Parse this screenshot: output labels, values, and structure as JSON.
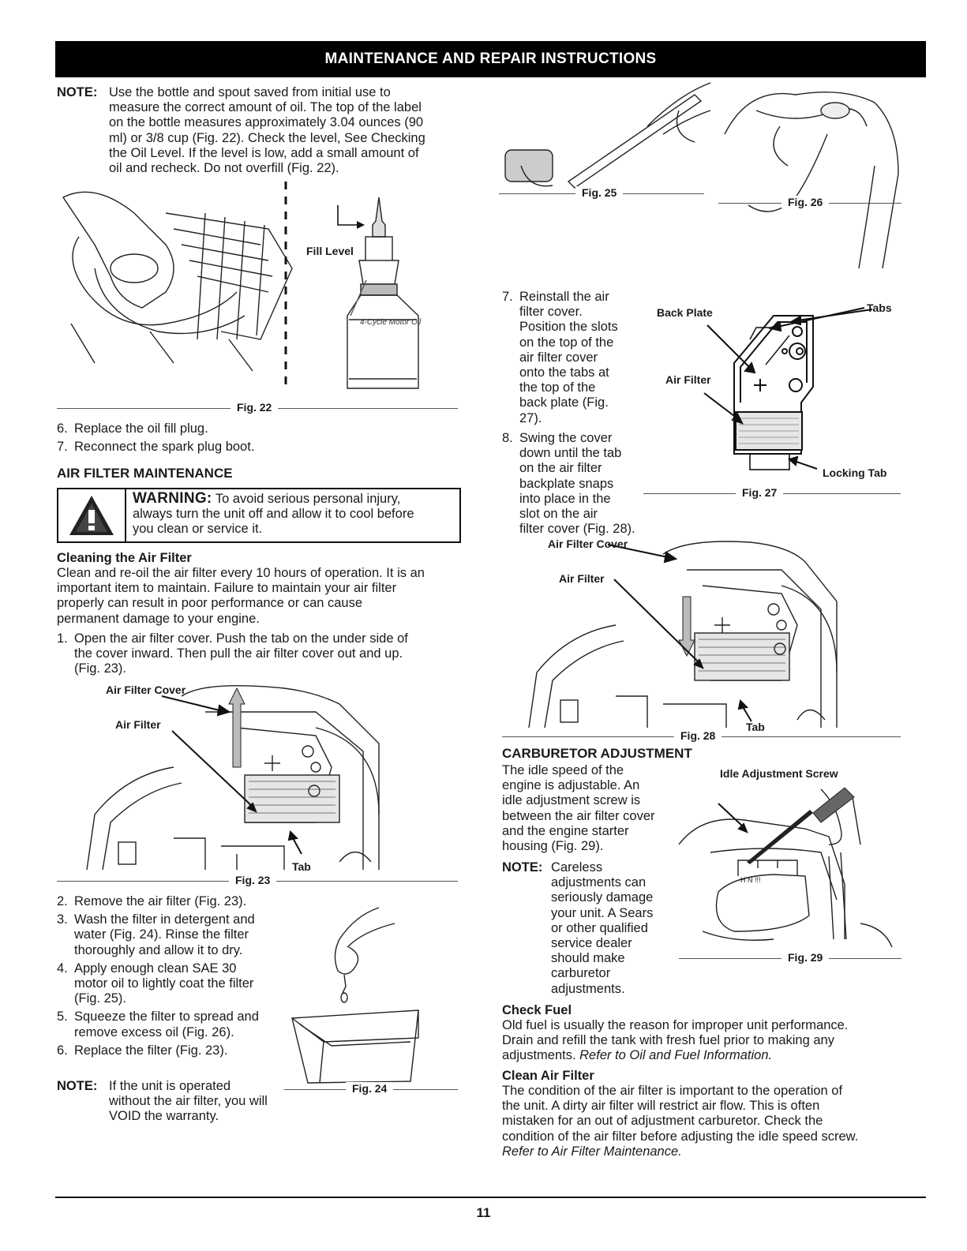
{
  "header": {
    "title": "MAINTENANCE AND REPAIR INSTRUCTIONS"
  },
  "left": {
    "note_label": "NOTE:",
    "note_lines": [
      "Use the bottle and spout saved from initial use to",
      "measure the correct amount of oil. The top of the label",
      "on the bottle measures approximately 3.04 ounces (90",
      "ml) or 3/8 cup (Fig. 22). Check the level, See Checking",
      "the Oil Level. If the level is low, add a small amount of",
      "oil and recheck. Do not overfill (Fig. 22)."
    ],
    "fig22_fill_level": "Fill Level",
    "fig22_bottle_label": "4-Cycle Motor Oil",
    "fig22_caption": "Fig. 22",
    "step6": {
      "num": "6.",
      "text": "Replace the oil fill plug."
    },
    "step7": {
      "num": "7.",
      "text": "Reconnect the spark plug boot."
    },
    "air_filter_heading": "AIR FILTER MAINTENANCE",
    "warning_title": "WARNING:",
    "warning_lines": [
      "To avoid serious personal injury,",
      "always turn the unit off and allow it to cool before",
      "you clean or service it."
    ],
    "cleaning_heading": "Cleaning the Air Filter",
    "cleaning_lines": [
      "Clean and re-oil the air filter every 10 hours of operation. It is an",
      "important item to maintain. Failure to maintain your air filter",
      "properly can result in poor performance or can cause",
      "permanent damage to your engine."
    ],
    "step1": {
      "num": "1.",
      "lines": [
        "Open the air filter cover. Push the tab on the under side of",
        "the cover inward. Then pull the air filter cover out and up.",
        "(Fig. 23)."
      ]
    },
    "fig23_air_filter_cover": "Air Filter Cover",
    "fig23_air_filter": "Air Filter",
    "fig23_tab": "Tab",
    "fig23_caption": "Fig. 23",
    "steps": [
      {
        "num": "2.",
        "lines": [
          "Remove the air filter (Fig. 23)."
        ]
      },
      {
        "num": "3.",
        "lines": [
          "Wash the filter in detergent and",
          "water (Fig. 24). Rinse the filter",
          "thoroughly and allow it to dry."
        ]
      },
      {
        "num": "4.",
        "lines": [
          "Apply enough clean SAE 30",
          "motor oil to lightly coat the filter",
          "(Fig. 25)."
        ]
      },
      {
        "num": "5.",
        "lines": [
          "Squeeze the filter to spread and",
          "remove excess oil (Fig. 26)."
        ]
      },
      {
        "num": "6.",
        "lines": [
          "Replace the filter (Fig. 23)."
        ]
      }
    ],
    "note2_label": "NOTE:",
    "note2_lines": [
      "If the unit is operated",
      "without the air filter, you will",
      "VOID the warranty."
    ],
    "fig24_caption": "Fig. 24"
  },
  "right": {
    "fig25_caption": "Fig. 25",
    "fig26_caption": "Fig. 26",
    "step7": {
      "num": "7.",
      "lines": [
        "Reinstall the air",
        "filter cover.",
        "Position the slots",
        "on the top of the",
        "air filter cover",
        "onto the tabs at",
        "the top of the",
        "back plate (Fig.",
        "27)."
      ]
    },
    "step8": {
      "num": "8.",
      "lines": [
        "Swing the cover",
        "down until the tab",
        "on the air filter",
        "backplate snaps",
        "into place in the",
        "slot on the air",
        "filter cover (Fig. 28)."
      ]
    },
    "fig27_back_plate": "Back Plate",
    "fig27_tabs": "Tabs",
    "fig27_air_filter": "Air Filter",
    "fig27_locking_tab": "Locking Tab",
    "fig27_caption": "Fig. 27",
    "fig28_air_filter_cover": "Air Filter Cover",
    "fig28_air_filter": "Air Filter",
    "fig28_tab": "Tab",
    "fig28_caption": "Fig. 28",
    "carb_heading": "CARBURETOR ADJUSTMENT",
    "carb_lines": [
      "The idle speed of the",
      "engine is adjustable. An",
      "idle adjustment screw is",
      "between the air filter cover",
      "and the engine starter",
      "housing (Fig. 29)."
    ],
    "fig29_idle_screw": "Idle Adjustment Screw",
    "fig29_caption": "Fig. 29",
    "note_label": "NOTE:",
    "note_lines": [
      "Careless",
      "adjustments can",
      "seriously damage",
      "your unit. A Sears",
      "or other qualified",
      "service dealer",
      "should make",
      "carburetor",
      "adjustments."
    ],
    "check_fuel_heading": "Check Fuel",
    "check_fuel_lines": [
      "Old fuel is usually the reason for improper unit performance.",
      "Drain and refill the tank with fresh fuel prior to making any"
    ],
    "check_fuel_last_plain": "adjustments.",
    "check_fuel_last_italic": "Refer to Oil and Fuel Information.",
    "clean_filter_heading": "Clean Air Filter",
    "clean_filter_lines": [
      "The condition of the air filter is important to the operation of",
      "the unit. A dirty air filter will restrict air flow. This is often",
      "mistaken for an out of adjustment carburetor. Check the",
      "condition of the air filter before adjusting the idle speed screw."
    ],
    "clean_filter_italic": "Refer to Air Filter Maintenance."
  },
  "footer": {
    "page_number": "11"
  }
}
